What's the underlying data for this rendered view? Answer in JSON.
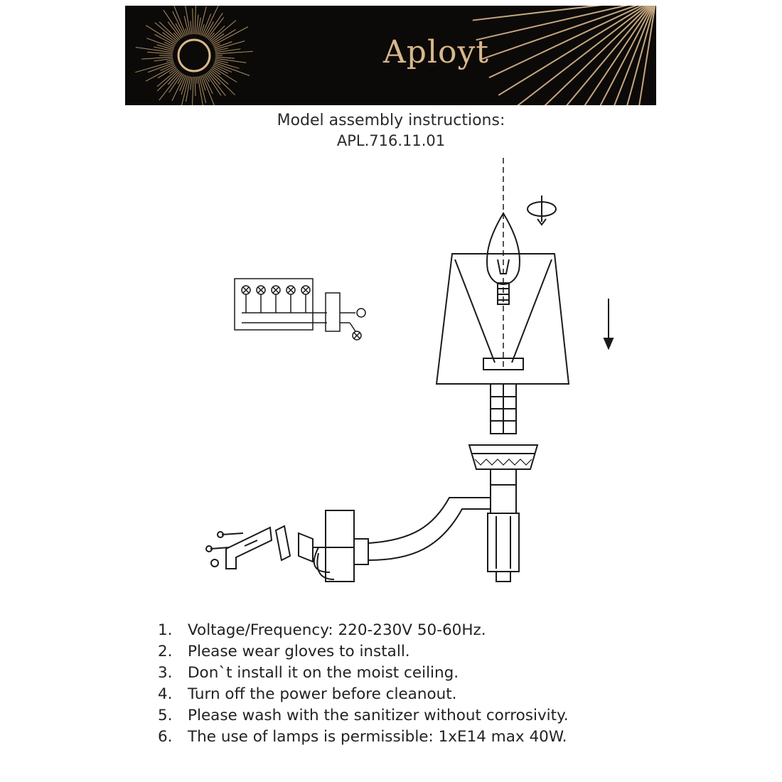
{
  "brand": {
    "name": "Aployt",
    "logo_icon": "sunburst-icon",
    "accent": "#d8b78c",
    "background": "#0c0a08"
  },
  "document": {
    "title": "Model assembly instructions:",
    "model": "APL.716.11.01"
  },
  "diagram": {
    "icons": [
      "rotate-icon",
      "down-arrow-icon",
      "wiring-diagram-icon",
      "bulb-icon",
      "lamp-shade-icon",
      "wall-bracket-icon",
      "screw-icon"
    ]
  },
  "instructions": [
    {
      "num": "1.",
      "text": "Voltage/Frequency: 220-230V 50-60Hz."
    },
    {
      "num": "2.",
      "text": "Please wear gloves to install."
    },
    {
      "num": "3.",
      "text": "Don`t install it on the moist ceiling."
    },
    {
      "num": "4.",
      "text": "Turn off the power before cleanout."
    },
    {
      "num": "5.",
      "text": "Please wash with the sanitizer without corrosivity."
    },
    {
      "num": "6.",
      "text": "The use of lamps is permissible: 1xE14 max 40W."
    }
  ]
}
